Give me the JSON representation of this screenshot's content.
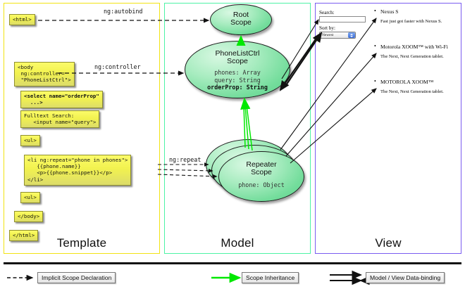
{
  "panels": {
    "template": {
      "title": "Template",
      "border_color": "#f2e313"
    },
    "model": {
      "title": "Model",
      "border_color": "#4df3a5"
    },
    "view": {
      "title": "View",
      "border_color": "#7a5cf0"
    }
  },
  "template_code": [
    {
      "id": "html-open",
      "text": "<html>"
    },
    {
      "id": "body-open",
      "text": "<body\n ng:controller=\n \"PhoneListCtrl\">"
    },
    {
      "id": "select",
      "text": "<select name=\"orderProp\"\n  ...>"
    },
    {
      "id": "fulltext",
      "text": "Fulltext Search:\n   <input name=\"query\">"
    },
    {
      "id": "ul-open",
      "text": "<ul>"
    },
    {
      "id": "li-repeat",
      "text": "<li ng:repeat=\"phone in phones\">\n   {{phone.name}}\n   <p>{{phone.snippet}}</p>\n</li>"
    },
    {
      "id": "ul-close",
      "text": "<ul>"
    },
    {
      "id": "body-close",
      "text": "</body>"
    },
    {
      "id": "html-close",
      "text": "</html>"
    }
  ],
  "scopes": {
    "root": {
      "title": "Root\nScope"
    },
    "ctrl": {
      "title": "PhoneListCtrl\nScope",
      "props": [
        "phones: Array",
        "query: String"
      ],
      "bold_prop": "orderProp: String"
    },
    "repeater": {
      "title": "Repeater\nScope",
      "props": [
        "phone: Object"
      ],
      "count": 3
    }
  },
  "edges": {
    "autobind": "ng:autobind",
    "controller": "ng:controller",
    "repeat": "ng:repeat"
  },
  "view": {
    "search_label": "Search:",
    "search_value": "",
    "search_placeholder": "",
    "sort_label": "Sort by:",
    "sort_selected": "Newest",
    "sort_options": [
      "Newest"
    ],
    "phones": [
      {
        "name": "Nexus S",
        "snippet": "Fast just got faster with Nexus S."
      },
      {
        "name": "Motorola XOOM™ with Wi-Fi",
        "snippet": "The Next, Next Generation tablet."
      },
      {
        "name": "MOTOROLA XOOM™",
        "snippet": "The Next, Next Generation tablet."
      }
    ]
  },
  "legend": [
    {
      "id": "implicit",
      "label": "Implicit Scope Declaration",
      "arrow": "dashed-black"
    },
    {
      "id": "inheritance",
      "label": "Scope Inheritance",
      "arrow": "solid-green"
    },
    {
      "id": "databinding",
      "label": "Model / View Data-binding",
      "arrow": "double-black"
    }
  ],
  "colors": {
    "template_border": "#f2e313",
    "model_border": "#4df3a5",
    "view_border": "#7a5cf0",
    "code_fill": "#f2f24f",
    "scope_fill": "#74dd9c",
    "inheritance_arrow": "#00e800"
  }
}
